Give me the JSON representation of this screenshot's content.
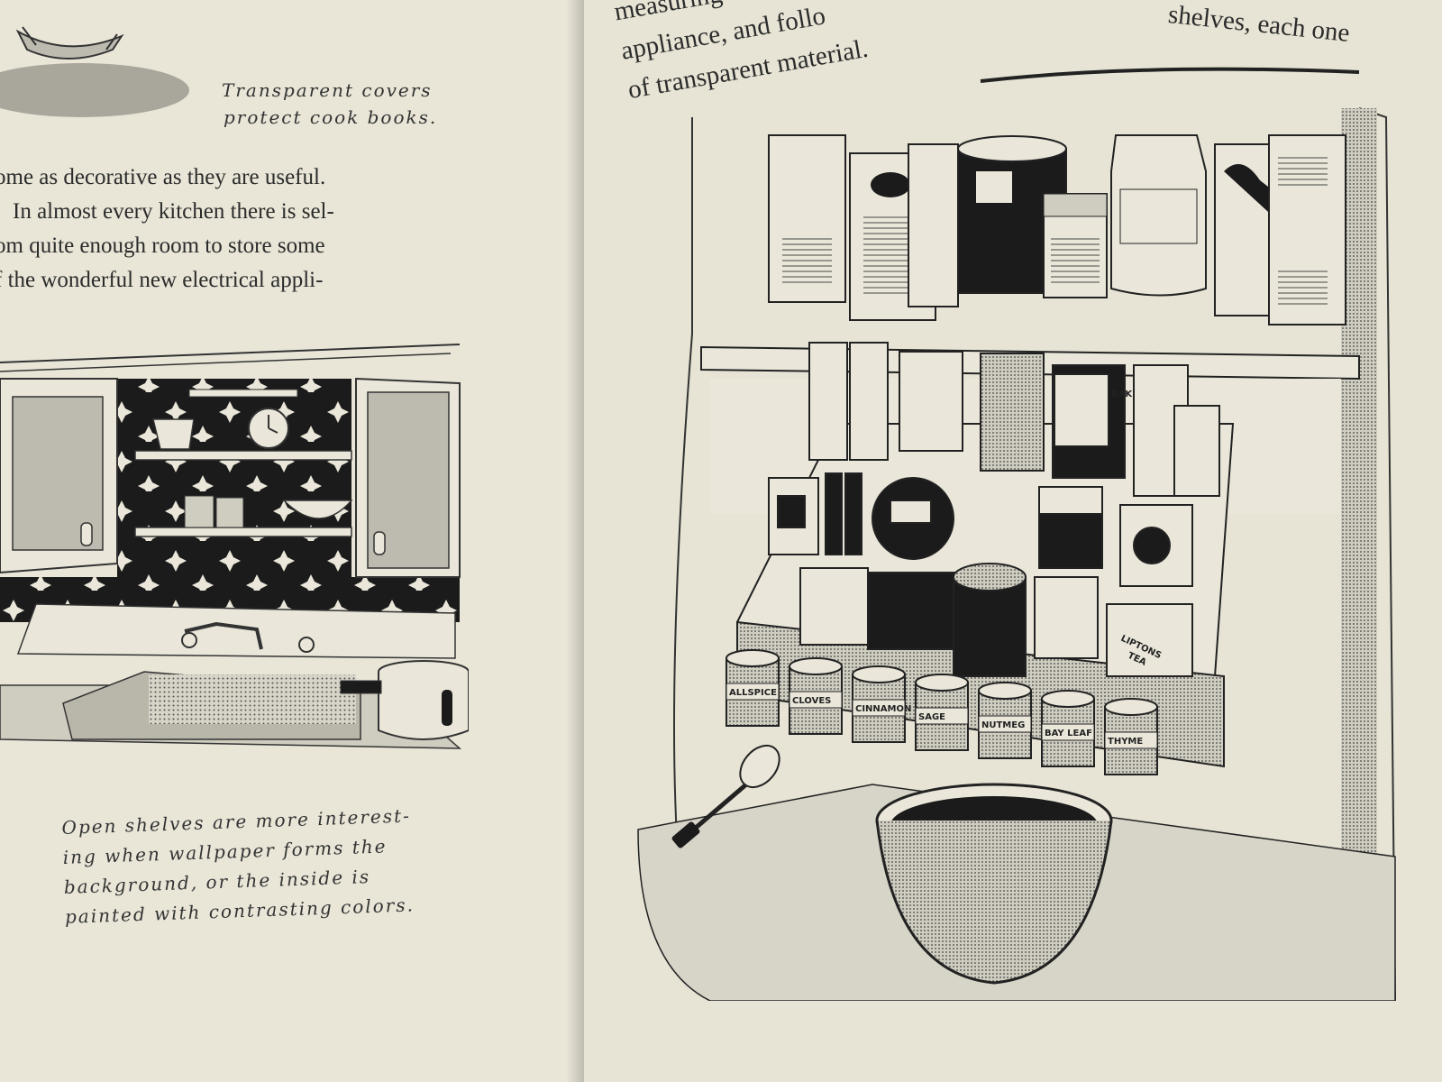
{
  "left_page": {
    "top_caption": {
      "line1": "Transparent covers",
      "line2": "protect cook books."
    },
    "body_lines": [
      "ome as decorative as they are useful.",
      "In almost every kitchen there is sel-",
      "om quite enough room to store some",
      "f the wonderful new electrical appli-"
    ],
    "bottom_caption": [
      "Open shelves are more interest-",
      "ing when wallpaper forms the",
      "background, or the inside is",
      "painted with contrasting colors."
    ]
  },
  "right_page": {
    "top_lines": [
      "measuring",
      "appliance, and follo",
      "of transparent material."
    ],
    "top_right": "shelves, each one",
    "spice_labels": [
      "ALLSPICE",
      "CLOVES",
      "CINNAMON",
      "SAGE",
      "NUTMEG",
      "BAY LEAF",
      "THYME"
    ],
    "tea_label": [
      "LIPTONS",
      "TEA"
    ],
    "baking_label": "BAK"
  }
}
